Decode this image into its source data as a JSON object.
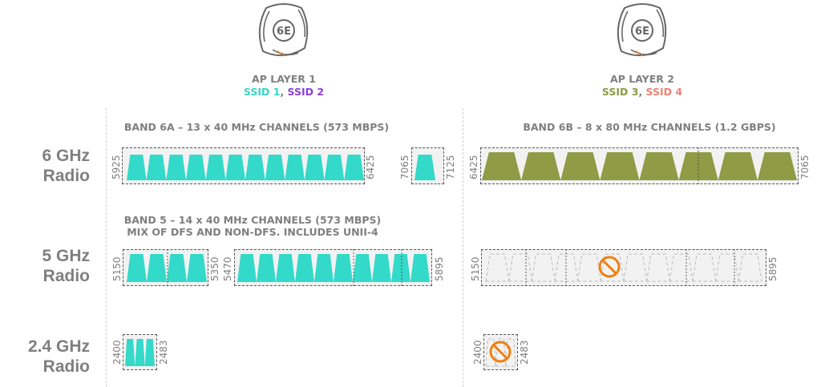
{
  "ap_layers": [
    {
      "icon_label": "6E",
      "title": "AP LAYER 1",
      "ssids": [
        {
          "name": "SSID 1",
          "color": "#33d6c6"
        },
        {
          "name": "SSID 2",
          "color": "#8a3fd9"
        }
      ]
    },
    {
      "icon_label": "6E",
      "title": "AP LAYER 2",
      "ssids": [
        {
          "name": "SSID 3",
          "color": "#8a9a45"
        },
        {
          "name": "SSID 4",
          "color": "#f08070"
        }
      ]
    }
  ],
  "separator": ", ",
  "radios": [
    {
      "line1": "6 GHz",
      "line2": "Radio"
    },
    {
      "line1": "5 GHz",
      "line2": "Radio"
    },
    {
      "line1": "2.4 GHz",
      "line2": "Radio"
    }
  ],
  "bands": {
    "band_6a": {
      "title": "BAND 6A – 13 x 40 MHz CHANNELS (573 MBPS)",
      "channels": 13
    },
    "band_6b": {
      "title": "BAND 6B – 8 x 80 MHz CHANNELS (1.2 GBPS)",
      "channels": 8
    },
    "band_5": {
      "title_line1": "BAND 5 – 14 x 40 MHz CHANNELS (573 MBPS)",
      "title_line2": "MIX OF DFS AND NON-DFS.  INCLUDES UNII-4",
      "channels": 14
    }
  },
  "frequencies": {
    "l1_6_start": "5925",
    "l1_6_end": "6425",
    "l1_6b_start": "7065",
    "l1_6b_end": "7125",
    "l2_6_start": "6425",
    "l2_6_end": "7065",
    "l1_5_start": "5150",
    "l1_5_mid1": "5350",
    "l1_5_mid2": "5470",
    "l1_5_end": "5895",
    "l2_5_start": "5150",
    "l2_5_end": "5895",
    "l1_24_start": "2400",
    "l1_24_end": "2483",
    "l2_24_start": "2400",
    "l2_24_end": "2483"
  },
  "colors": {
    "layer1": "#33d9c9",
    "layer2": "#8f9b45",
    "disabled": "#f07f10",
    "text_gray": "#7f7f7f"
  },
  "status": {
    "layer2_5ghz": "disabled",
    "layer2_24ghz": "disabled"
  }
}
